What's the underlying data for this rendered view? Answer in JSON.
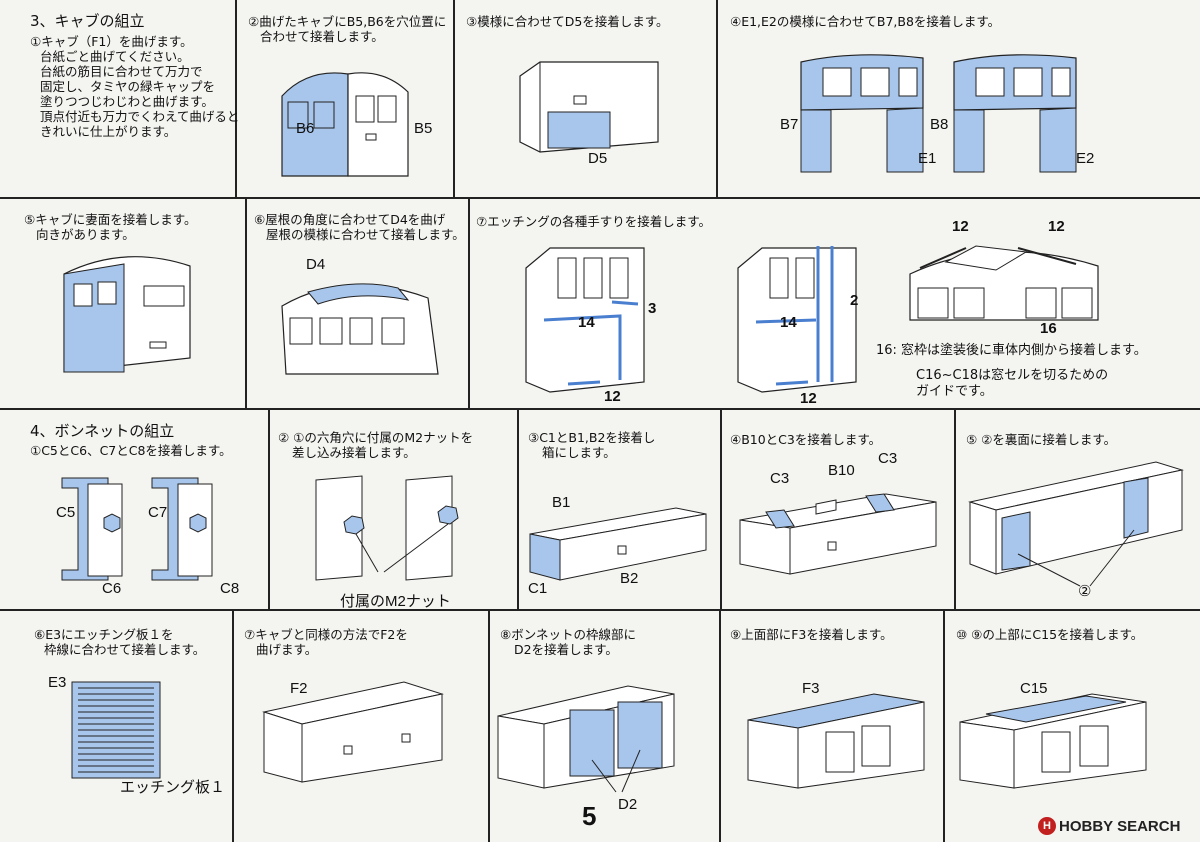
{
  "sections": {
    "cab": "3、キャブの組立",
    "bonnet": "4、ボンネットの組立"
  },
  "steps": {
    "cab1": [
      "①キャブ（F1）を曲げます。",
      "台紙ごと曲げてください。",
      "台紙の筋目に合わせて万力で",
      "固定し、タミヤの緑キャップを",
      "塗りつつじわじわと曲げます。",
      "頂点付近も万力でくわえて曲げると",
      "きれいに仕上がります。"
    ],
    "cab2": [
      "②曲げたキャブにB5,B6を穴位置に",
      "合わせて接着します。"
    ],
    "cab3": [
      "③模様に合わせてD5を接着します。"
    ],
    "cab4": [
      "④E1,E2の模様に合わせてB7,B8を接着します。"
    ],
    "cab5": [
      "⑤キャブに妻面を接着します。",
      "向きがあります。"
    ],
    "cab6": [
      "⑥屋根の角度に合わせてD4を曲げ",
      "屋根の模様に合わせて接着します。"
    ],
    "cab7": [
      "⑦エッチングの各種手すりを接着します。"
    ],
    "bon1": [
      "①C5とC6、C7とC8を接着します。"
    ],
    "bon2": [
      "② ①の六角穴に付属のM2ナットを",
      "差し込み接着します。"
    ],
    "bon3": [
      "③C1とB1,B2を接着し",
      "箱にします。"
    ],
    "bon4": [
      "④B10とC3を接着します。"
    ],
    "bon5": [
      "⑤ ②を裏面に接着します。"
    ],
    "bon6": [
      "⑥E3にエッチング板１を",
      "枠線に合わせて接着します。"
    ],
    "bon7": [
      "⑦キャブと同様の方法でF2を",
      "曲げます。"
    ],
    "bon8": [
      "⑧ボンネットの枠線部に",
      "D2を接着します。"
    ],
    "bon9": [
      "⑨上面部にF3を接着します。"
    ],
    "bon10": [
      "⑩ ⑨の上部にC15を接着します。"
    ]
  },
  "notes": {
    "n16": "16: 窓枠は塗装後に車体内側から接着します。",
    "n16b": [
      "C16~C18は窓セルを切るための",
      "ガイドです。"
    ]
  },
  "labels": {
    "B6": "B6",
    "B5": "B5",
    "D5": "D5",
    "B7": "B7",
    "E1": "E1",
    "B8": "B8",
    "E2": "E2",
    "D4": "D4",
    "n14a": "14",
    "n3": "3",
    "n12a": "12",
    "n14b": "14",
    "n2": "2",
    "n12b": "12",
    "n12c": "12",
    "n12d": "12",
    "n16": "16",
    "C5": "C5",
    "C6": "C6",
    "C7": "C7",
    "C8": "C8",
    "nut": "付属のM2ナット",
    "B1": "B1",
    "C1": "C1",
    "B2": "B2",
    "C3a": "C3",
    "B10": "B10",
    "C3b": "C3",
    "circ2": "②",
    "E3": "E3",
    "etch": "エッチング板１",
    "F2": "F2",
    "D2": "D2",
    "F3": "F3",
    "C15": "C15"
  },
  "page_number": "5",
  "watermark": "HOBBY SEARCH",
  "colors": {
    "accent": "#a8c6ec",
    "line": "#222222",
    "paper": "#f4f4f1"
  }
}
